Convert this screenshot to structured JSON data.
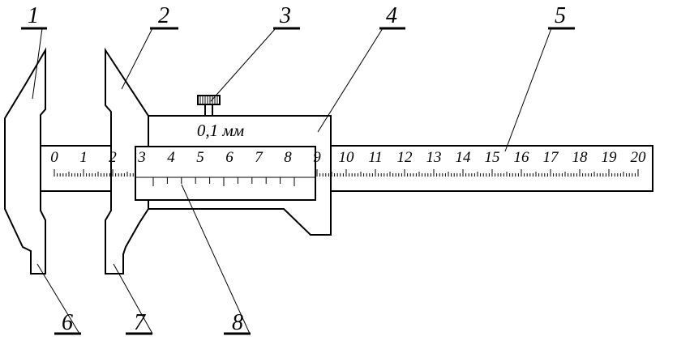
{
  "diagram": {
    "precision_label": "0,1 мм",
    "main_scale": {
      "numbers": [
        "0",
        "1",
        "2",
        "3",
        "4",
        "5",
        "6",
        "7",
        "8",
        "9",
        "10",
        "11",
        "12",
        "13",
        "14",
        "15",
        "16",
        "17",
        "18",
        "19",
        "20"
      ]
    },
    "callouts": [
      {
        "id": "callout-1",
        "label": "1"
      },
      {
        "id": "callout-2",
        "label": "2"
      },
      {
        "id": "callout-3",
        "label": "3"
      },
      {
        "id": "callout-4",
        "label": "4"
      },
      {
        "id": "callout-5",
        "label": "5"
      },
      {
        "id": "callout-6",
        "label": "6"
      },
      {
        "id": "callout-7",
        "label": "7"
      },
      {
        "id": "callout-8",
        "label": "8"
      }
    ]
  }
}
